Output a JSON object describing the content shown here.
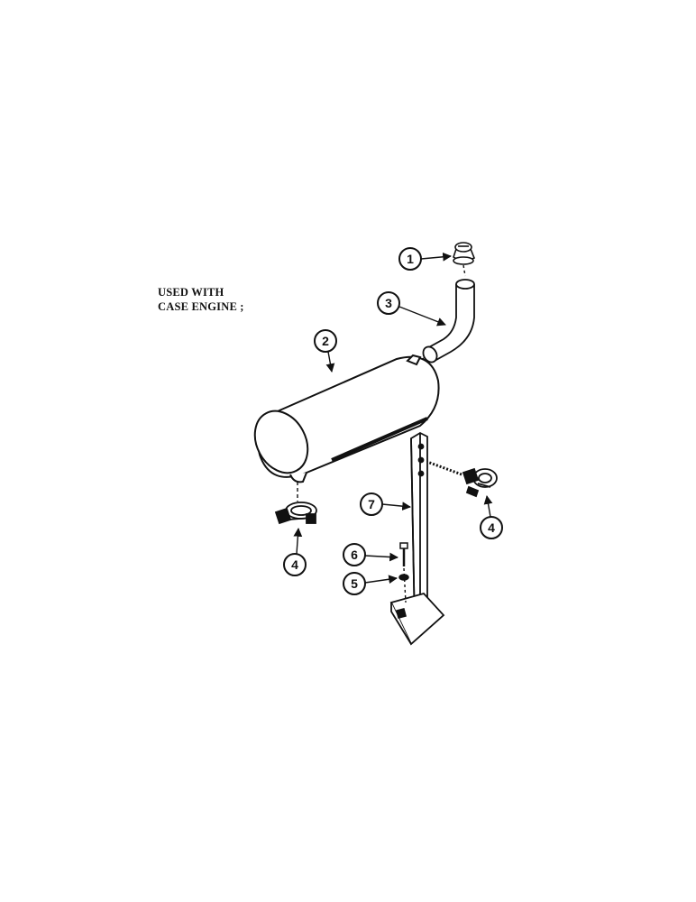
{
  "note": {
    "line1": "USED WITH",
    "line2": "CASE ENGINE ;"
  },
  "callouts": [
    {
      "id": "c1",
      "label": "1",
      "part": "rain-cap"
    },
    {
      "id": "c2",
      "label": "2",
      "part": "muffler"
    },
    {
      "id": "c3",
      "label": "3",
      "part": "exhaust-elbow-pipe"
    },
    {
      "id": "c4a",
      "label": "4",
      "part": "exhaust-clamp"
    },
    {
      "id": "c4b",
      "label": "4",
      "part": "exhaust-clamp"
    },
    {
      "id": "c5",
      "label": "5",
      "part": "washer"
    },
    {
      "id": "c6",
      "label": "6",
      "part": "bolt"
    },
    {
      "id": "c7",
      "label": "7",
      "part": "mounting-bracket"
    }
  ],
  "colors": {
    "ink": "#111111",
    "paper": "#ffffff"
  }
}
